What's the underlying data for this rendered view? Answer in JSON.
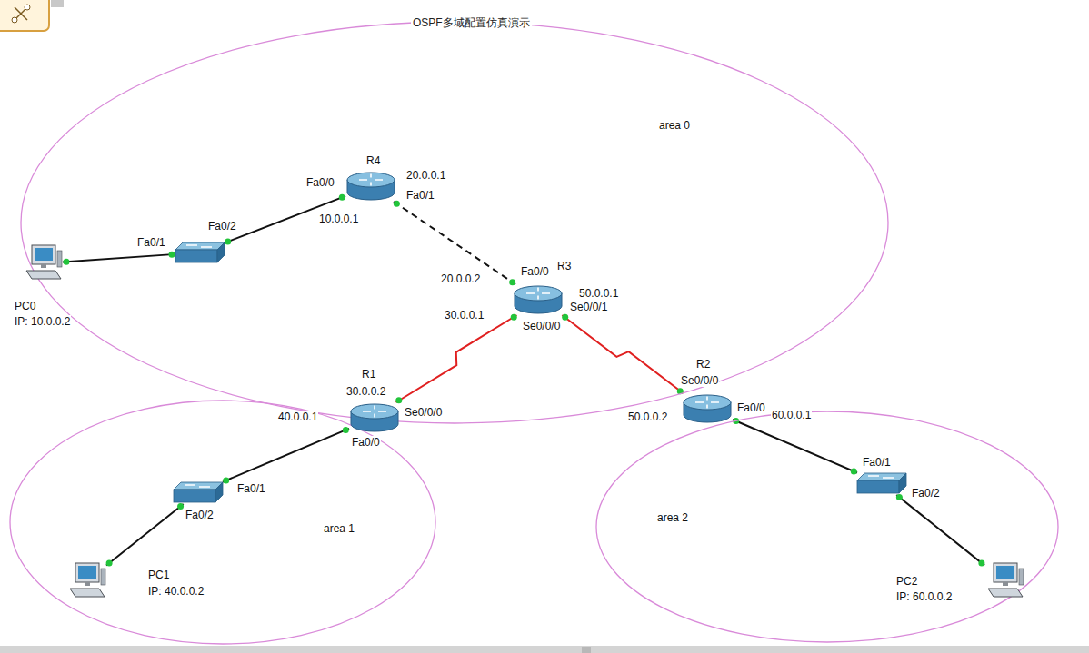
{
  "diagram": {
    "title": "OSPF多域配置仿真演示",
    "nodes": [
      {
        "text": [
          "area 0"
        ]
      },
      {
        "text": [
          "R4",
          "Fa0/0",
          "20.0.0.1",
          "Fa0/1",
          "10.0.0.1"
        ],
        "in": 0
      },
      {
        "text": [
          "Fa0/1",
          "Fa0/2"
        ],
        "in": 0
      },
      {
        "text": [
          "PC0",
          "IP: 10.0.0.2"
        ],
        "in": 0
      },
      {
        "text": [
          "R3",
          "20.0.0.2",
          "Fa0/0",
          "50.0.0.1",
          "Se0/0/1",
          "30.0.0.1",
          "Se0/0/0"
        ],
        "in": 0
      },
      {
        "text": [
          "area 1"
        ]
      },
      {
        "text": [
          "R1",
          "30.0.0.2",
          "Se0/0/0",
          "40.0.0.1",
          "Fa0/0"
        ],
        "in": 5
      },
      {
        "text": [
          "Fa0/1",
          "Fa0/2"
        ],
        "in": 5
      },
      {
        "text": [
          "PC1",
          "IP: 40.0.0.2"
        ],
        "in": 5
      },
      {
        "text": [
          "area 2"
        ]
      },
      {
        "text": [
          "R2",
          "Se0/0/0",
          "50.0.0.2",
          "Fa0/0",
          "60.0.0.1"
        ],
        "in": 9
      },
      {
        "text": [
          "Fa0/1",
          "Fa0/2"
        ],
        "in": 9
      },
      {
        "text": [
          "PC2",
          "IP: 60.0.0.2"
        ],
        "in": 9
      }
    ],
    "edges": [
      {
        "from": 3,
        "to": 2,
        "arrow": "none"
      },
      {
        "from": 2,
        "to": 1,
        "arrow": "none"
      },
      {
        "from": 1,
        "to": 4,
        "arrow": "none"
      },
      {
        "from": 4,
        "to": 6,
        "arrow": "none"
      },
      {
        "from": 4,
        "to": 10,
        "arrow": "none"
      },
      {
        "from": 6,
        "to": 7,
        "arrow": "none"
      },
      {
        "from": 7,
        "to": 8,
        "arrow": "none"
      },
      {
        "from": 10,
        "to": 11,
        "arrow": "none"
      },
      {
        "from": 11,
        "to": 12,
        "arrow": "none"
      }
    ]
  }
}
